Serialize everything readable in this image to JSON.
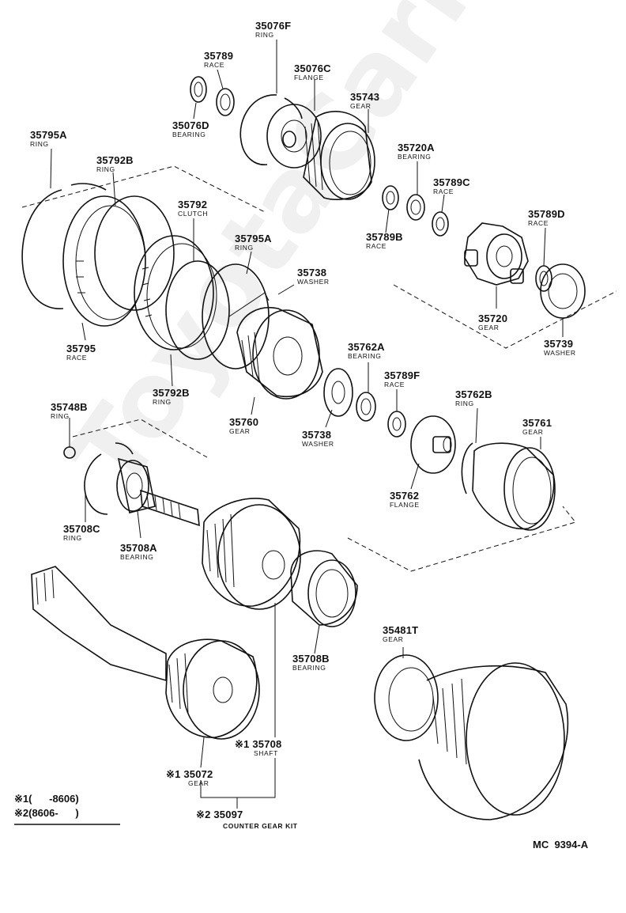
{
  "watermark": "ToyotaCarMine.ru",
  "parts": [
    {
      "id": "p1",
      "number": "35076F",
      "name": "RING"
    },
    {
      "id": "p2",
      "number": "35789",
      "name": "RACE"
    },
    {
      "id": "p3",
      "number": "35076C",
      "name": "FLANGE"
    },
    {
      "id": "p4",
      "number": "35743",
      "name": "GEAR"
    },
    {
      "id": "p5",
      "number": "35076D",
      "name": "BEARING"
    },
    {
      "id": "p6",
      "number": "35795A",
      "name": "RING"
    },
    {
      "id": "p7",
      "number": "35792B",
      "name": "RING"
    },
    {
      "id": "p8",
      "number": "35720A",
      "name": "BEARING"
    },
    {
      "id": "p9",
      "number": "35789C",
      "name": "RACE"
    },
    {
      "id": "p10",
      "number": "35792",
      "name": "CLUTCH"
    },
    {
      "id": "p11",
      "number": "35789D",
      "name": "RACE"
    },
    {
      "id": "p12",
      "number": "35789B",
      "name": "RACE"
    },
    {
      "id": "p13",
      "number": "35795A",
      "name": "RING"
    },
    {
      "id": "p14",
      "number": "35738",
      "name": "WASHER"
    },
    {
      "id": "p15",
      "number": "35720",
      "name": "GEAR"
    },
    {
      "id": "p16",
      "number": "35739",
      "name": "WASHER"
    },
    {
      "id": "p17",
      "number": "35795",
      "name": "RACE"
    },
    {
      "id": "p18",
      "number": "35762A",
      "name": "BEARING"
    },
    {
      "id": "p19",
      "number": "35789F",
      "name": "RACE"
    },
    {
      "id": "p20",
      "number": "35792B",
      "name": "RING"
    },
    {
      "id": "p21",
      "number": "35762B",
      "name": "RING"
    },
    {
      "id": "p22",
      "number": "35748B",
      "name": "RING"
    },
    {
      "id": "p23",
      "number": "35760",
      "name": "GEAR"
    },
    {
      "id": "p24",
      "number": "35761",
      "name": "GEAR"
    },
    {
      "id": "p25",
      "number": "35738",
      "name": "WASHER"
    },
    {
      "id": "p26",
      "number": "35762",
      "name": "FLANGE"
    },
    {
      "id": "p27",
      "number": "35708C",
      "name": "RING"
    },
    {
      "id": "p28",
      "number": "35708A",
      "name": "BEARING"
    },
    {
      "id": "p29",
      "number": "35481T",
      "name": "GEAR"
    },
    {
      "id": "p30",
      "number": "35708B",
      "name": "BEARING"
    },
    {
      "id": "p31",
      "number": "※1 35708",
      "name": "SHAFT"
    },
    {
      "id": "p32",
      "number": "※1 35072",
      "name": "GEAR"
    }
  ],
  "kit": {
    "number": "※2 35097",
    "name": "COUNTER GEAR KIT"
  },
  "legend": [
    {
      "mark": "※1",
      "range": "(      -8606)"
    },
    {
      "mark": "※2",
      "range": "(8606-      )"
    }
  ],
  "figure_code": "MC  9394-A"
}
